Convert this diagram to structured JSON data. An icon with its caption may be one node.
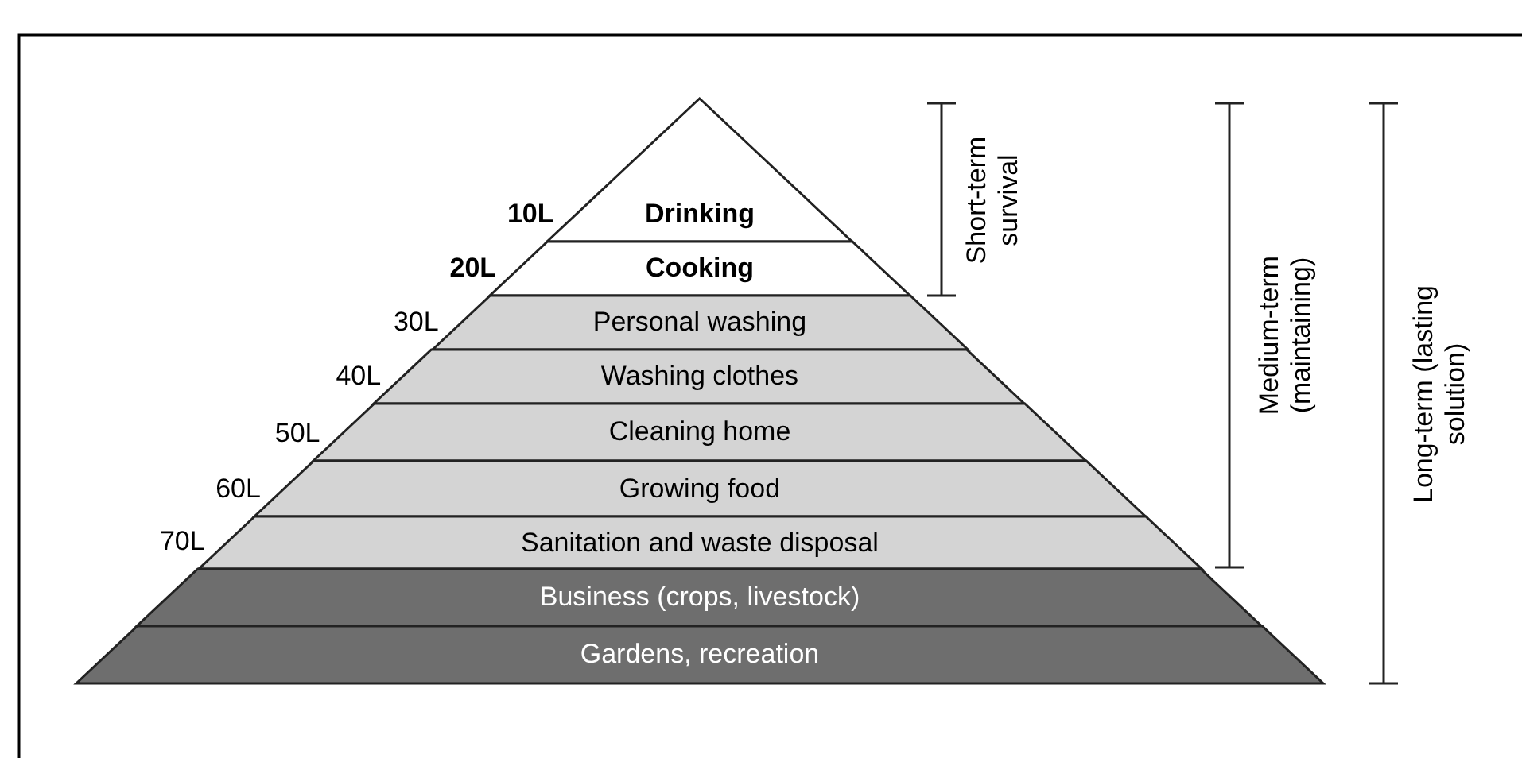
{
  "diagram": {
    "nodes": [
      {
        "text": [
          "Drinking"
        ],
        "beside": [
          "10L"
        ]
      },
      {
        "text": [
          "Cooking"
        ],
        "beside": [
          "20L"
        ]
      },
      {
        "text": [
          "Personal washing"
        ],
        "beside": [
          "30L"
        ]
      },
      {
        "text": [
          "Washing clothes"
        ],
        "beside": [
          "40L"
        ]
      },
      {
        "text": [
          "Cleaning home"
        ],
        "beside": [
          "50L"
        ]
      },
      {
        "text": [
          "Growing food"
        ],
        "beside": [
          "60L"
        ]
      },
      {
        "text": [
          "Sanitation and waste disposal"
        ],
        "beside": [
          "70L"
        ]
      },
      {
        "text": [
          "Business (crops, livestock)"
        ]
      },
      {
        "text": [
          "Gardens, recreation"
        ]
      }
    ],
    "labels": [
      "Short-term survival",
      "Medium-term (maintaining)",
      "Long-term (lasting solution)"
    ]
  }
}
